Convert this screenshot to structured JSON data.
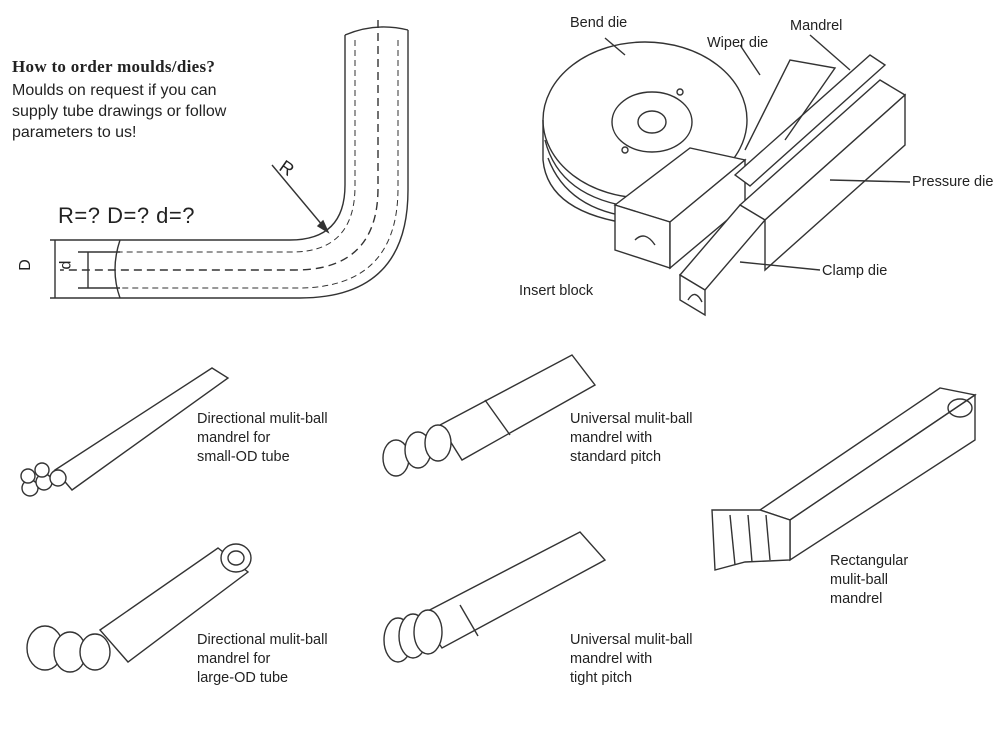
{
  "ordering": {
    "title": "How to order moulds/dies?",
    "lines": [
      "Moulds on request if you can",
      "supply tube drawings or follow",
      "parameters to us!"
    ]
  },
  "tube_diagram": {
    "params": "R=?  D=?  d=?",
    "label_R": "R",
    "label_D": "D",
    "label_d": "d"
  },
  "tooling_labels": {
    "bend_die": "Bend die",
    "wiper_die": "Wiper die",
    "mandrel": "Mandrel",
    "pressure_die": "Pressure die",
    "clamp_die": "Clamp die",
    "insert_block": "Insert block"
  },
  "mandrels": [
    {
      "lines": [
        "Directional mulit-ball",
        "mandrel for",
        "small-OD tube"
      ]
    },
    {
      "lines": [
        "Universal mulit-ball",
        "mandrel with",
        "standard pitch"
      ]
    },
    {
      "lines": [
        "Directional mulit-ball",
        "mandrel for",
        "large-OD tube"
      ]
    },
    {
      "lines": [
        "Universal mulit-ball",
        "mandrel with",
        "tight pitch"
      ]
    },
    {
      "lines": [
        "Rectangular",
        "mulit-ball",
        "mandrel"
      ]
    }
  ]
}
